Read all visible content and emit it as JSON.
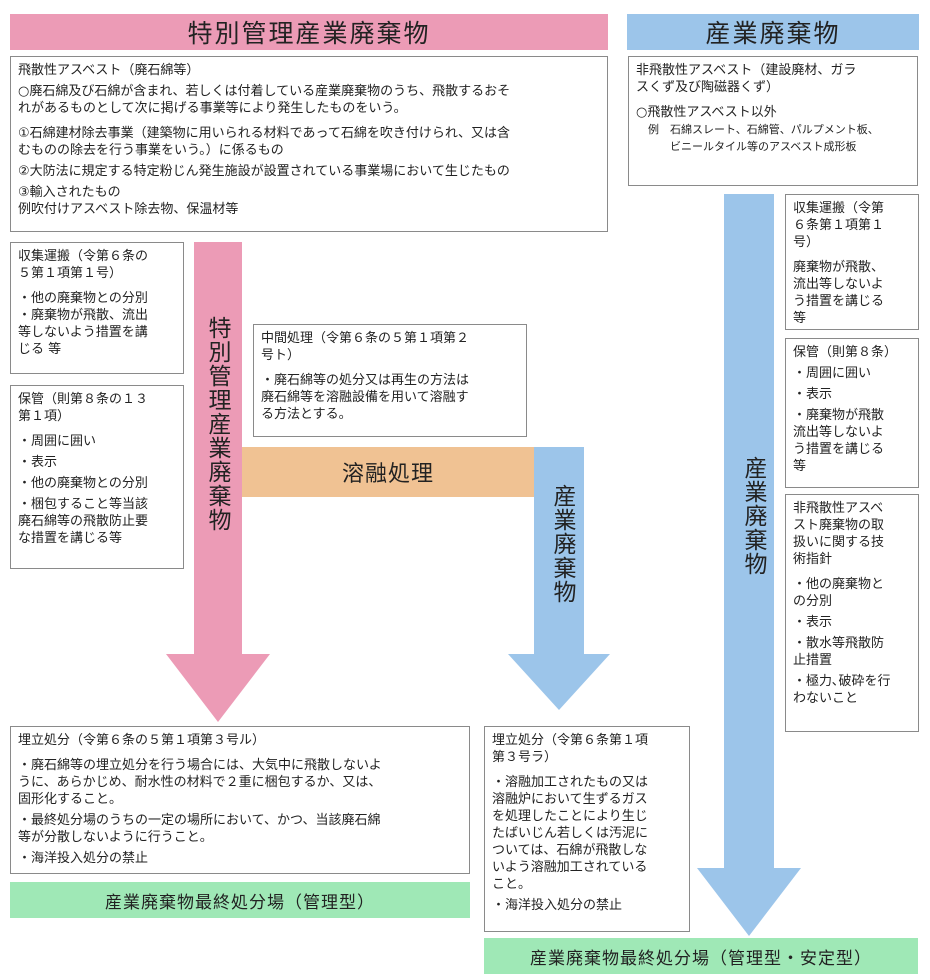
{
  "headers": {
    "special": "特別管理産業廃棄物",
    "industrial": "産業廃棄物"
  },
  "friable_box": {
    "title": "飛散性アスベスト（廃石綿等）",
    "definition": "○廃石綿及び石綿が含まれ、若しくは付着している産業廃棄物のうち、飛散するおそ\nれがあるものとして次に掲げる事業等により発生したものをいう。",
    "item1": "①石綿建材除去事業（建築物に用いられる材料であって石綿を吹き付けられ、又は含\nむものの除去を行う事業をいう。）に係るもの",
    "item2": "②大防法に規定する特定粉じん発生施設が設置されている事業場において生じたもの",
    "item3": "③輸入されたもの\n例吹付けアスベスト除去物、保温材等"
  },
  "nonfriable_box": {
    "title": "非飛散性アスベスト（建設廃材、ガラ\nスくず及び陶磁器くず）",
    "item": "○飛散性アスベスト以外",
    "example": "例　石綿スレート、石綿管、パルプメント板、\n　　ビニールタイル等のアスベスト成形板"
  },
  "left_collection": {
    "title": "収集運搬（令第６条の\n５第１項第１号）",
    "b1": "・他の廃棄物との分別",
    "b2": "・廃棄物が飛散、流出\n等しないよう措置を講\nじる 等"
  },
  "left_storage": {
    "title": "保管（則第８条の１３\n第１項）",
    "b1": "・周囲に囲い",
    "b2": "・表示",
    "b3": "・他の廃棄物との分別",
    "b4": "・梱包すること等当該\n廃石綿等の飛散防止要\nな措置を講じる等"
  },
  "arrows": {
    "special_label": "特別管理産業廃棄物",
    "melt_label": "溶融処理",
    "industrial_mid_label": "産業廃棄物",
    "industrial_right_label": "産業廃棄物"
  },
  "intermediate_box": {
    "title": "中間処理（令第６条の５第１項第２\n号ト）",
    "text": "・廃石綿等の処分又は再生の方法は\n廃石綿等を溶融設備を用いて溶融す\nる方法とする。"
  },
  "right_collection": {
    "title": "収集運搬（令第\n６条第１項第１\n号）",
    "text": "廃棄物が飛散、\n流出等しないよ\nう措置を講じる\n等"
  },
  "right_storage": {
    "title": "保管（則第８条）",
    "b1": "・周囲に囲い",
    "b2": "・表示",
    "b3": "・廃棄物が飛散\n流出等しないよ\nう措置を講じる\n等"
  },
  "right_guideline": {
    "title": "非飛散性アスベ\nスト廃棄物の取\n扱いに関する技\n術指針",
    "b1": "・他の廃棄物と\nの分別",
    "b2": "・表示",
    "b3": "・散水等飛散防\n止措置",
    "b4": "・極力､破砕を行\nわないこと"
  },
  "landfill_left": {
    "title": "埋立処分（令第６条の５第１項第３号ル）",
    "b1": "・廃石綿等の埋立処分を行う場合には、大気中に飛散しないよ\nうに、あらかじめ、耐水性の材料で２重に梱包するか、又は、\n固形化すること。",
    "b2": "・最終処分場のうちの一定の場所において、かつ、当該廃石綿\n等が分散しないように行うこと。",
    "b3": "・海洋投入処分の禁止"
  },
  "landfill_mid": {
    "title": "埋立処分（令第６条第１項\n第３号ラ）",
    "b1": "・溶融加工されたもの又は\n溶融炉において生ずるガス\nを処理したことにより生じ\nたばいじん若しくは汚泥に\nついては、石綿が飛散しな\nいよう溶融加工されている\nこと。",
    "b2": "・海洋投入処分の禁止"
  },
  "sites": {
    "managed": "産業廃棄物最終処分場（管理型）",
    "managed_stable": "産業廃棄物最終処分場（管理型・安定型）"
  },
  "colors": {
    "pink": "#ec9bb6",
    "blue": "#9cc5ea",
    "orange": "#f0c293",
    "green": "#9fe8b6"
  }
}
